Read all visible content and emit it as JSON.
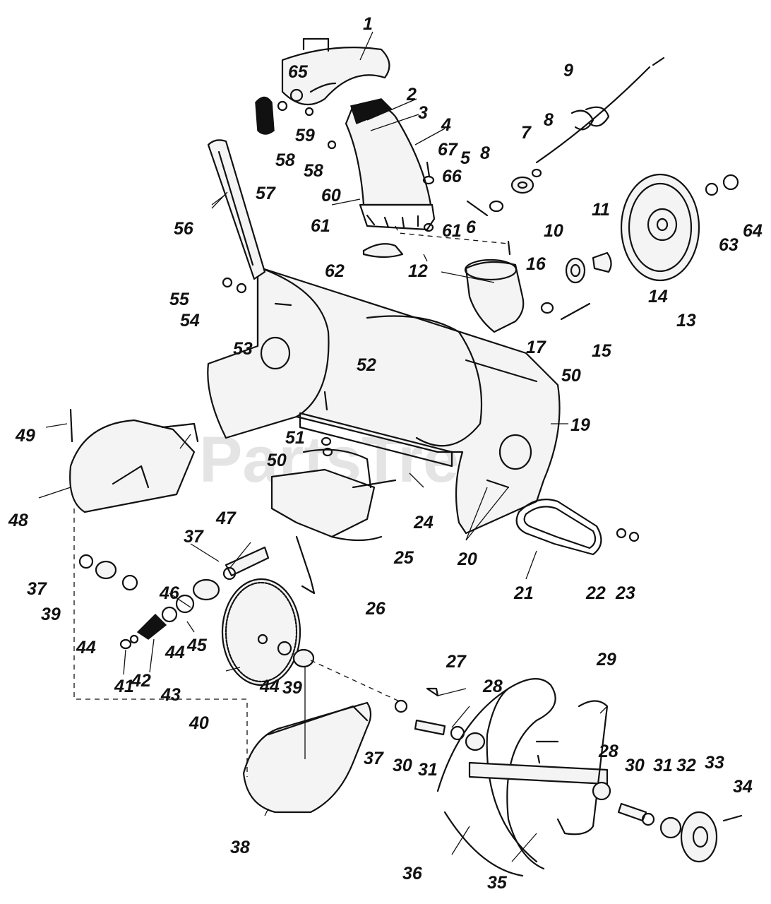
{
  "watermark": "PartsTree",
  "callouts": [
    {
      "id": "c1",
      "label": "1"
    },
    {
      "id": "c2",
      "label": "2"
    },
    {
      "id": "c3",
      "label": "3"
    },
    {
      "id": "c4",
      "label": "4"
    },
    {
      "id": "c5",
      "label": "5"
    },
    {
      "id": "c6",
      "label": "6"
    },
    {
      "id": "c7",
      "label": "7"
    },
    {
      "id": "c8a",
      "label": "8"
    },
    {
      "id": "c8b",
      "label": "8"
    },
    {
      "id": "c9",
      "label": "9"
    },
    {
      "id": "c10",
      "label": "10"
    },
    {
      "id": "c11",
      "label": "11"
    },
    {
      "id": "c12",
      "label": "12"
    },
    {
      "id": "c13",
      "label": "13"
    },
    {
      "id": "c14",
      "label": "14"
    },
    {
      "id": "c15",
      "label": "15"
    },
    {
      "id": "c16",
      "label": "16"
    },
    {
      "id": "c17",
      "label": "17"
    },
    {
      "id": "c19",
      "label": "19"
    },
    {
      "id": "c20",
      "label": "20"
    },
    {
      "id": "c21",
      "label": "21"
    },
    {
      "id": "c22",
      "label": "22"
    },
    {
      "id": "c23",
      "label": "23"
    },
    {
      "id": "c24",
      "label": "24"
    },
    {
      "id": "c25",
      "label": "25"
    },
    {
      "id": "c26",
      "label": "26"
    },
    {
      "id": "c27",
      "label": "27"
    },
    {
      "id": "c28a",
      "label": "28"
    },
    {
      "id": "c28b",
      "label": "28"
    },
    {
      "id": "c29",
      "label": "29"
    },
    {
      "id": "c30a",
      "label": "30"
    },
    {
      "id": "c30b",
      "label": "30"
    },
    {
      "id": "c31a",
      "label": "31"
    },
    {
      "id": "c31b",
      "label": "31"
    },
    {
      "id": "c32",
      "label": "32"
    },
    {
      "id": "c33",
      "label": "33"
    },
    {
      "id": "c34",
      "label": "34"
    },
    {
      "id": "c35",
      "label": "35"
    },
    {
      "id": "c36",
      "label": "36"
    },
    {
      "id": "c37a",
      "label": "37"
    },
    {
      "id": "c37b",
      "label": "37"
    },
    {
      "id": "c37c",
      "label": "37"
    },
    {
      "id": "c38",
      "label": "38"
    },
    {
      "id": "c39a",
      "label": "39"
    },
    {
      "id": "c39b",
      "label": "39"
    },
    {
      "id": "c40",
      "label": "40"
    },
    {
      "id": "c41",
      "label": "41"
    },
    {
      "id": "c42",
      "label": "42"
    },
    {
      "id": "c43",
      "label": "43"
    },
    {
      "id": "c44a",
      "label": "44"
    },
    {
      "id": "c44b",
      "label": "44"
    },
    {
      "id": "c44c",
      "label": "44"
    },
    {
      "id": "c45",
      "label": "45"
    },
    {
      "id": "c46",
      "label": "46"
    },
    {
      "id": "c47",
      "label": "47"
    },
    {
      "id": "c48",
      "label": "48"
    },
    {
      "id": "c49",
      "label": "49"
    },
    {
      "id": "c50a",
      "label": "50"
    },
    {
      "id": "c50b",
      "label": "50"
    },
    {
      "id": "c51",
      "label": "51"
    },
    {
      "id": "c52",
      "label": "52"
    },
    {
      "id": "c53",
      "label": "53"
    },
    {
      "id": "c54",
      "label": "54"
    },
    {
      "id": "c55",
      "label": "55"
    },
    {
      "id": "c56",
      "label": "56"
    },
    {
      "id": "c57",
      "label": "57"
    },
    {
      "id": "c58a",
      "label": "58"
    },
    {
      "id": "c58b",
      "label": "58"
    },
    {
      "id": "c59",
      "label": "59"
    },
    {
      "id": "c60",
      "label": "60"
    },
    {
      "id": "c61a",
      "label": "61"
    },
    {
      "id": "c61b",
      "label": "61"
    },
    {
      "id": "c62",
      "label": "62"
    },
    {
      "id": "c63",
      "label": "63"
    },
    {
      "id": "c64",
      "label": "64"
    },
    {
      "id": "c65",
      "label": "65"
    },
    {
      "id": "c66",
      "label": "66"
    },
    {
      "id": "c67",
      "label": "67"
    }
  ]
}
